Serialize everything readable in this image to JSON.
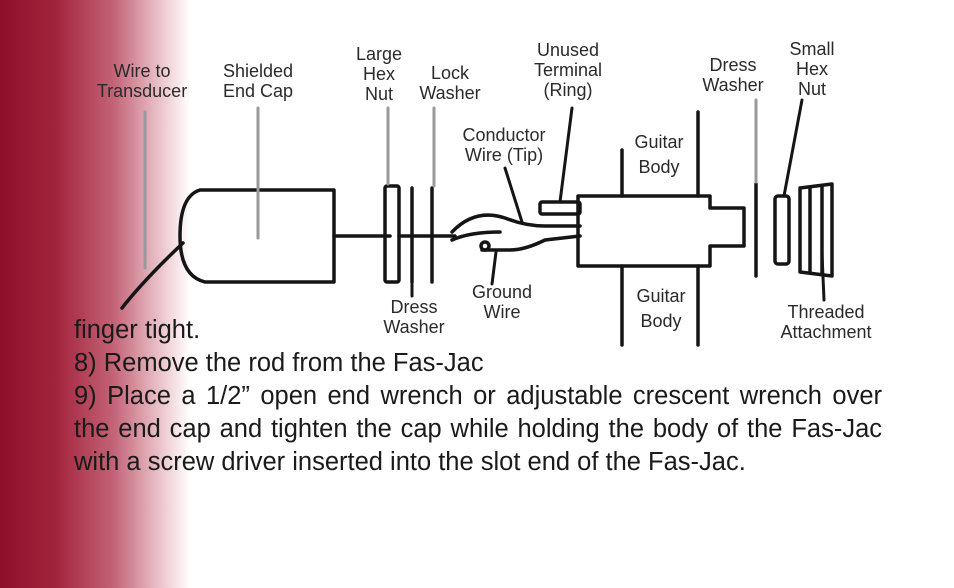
{
  "colors": {
    "band": "#8e0f2a",
    "line": "#151515",
    "text": "#1a1a1a"
  },
  "diagram": {
    "labels": {
      "wire_to_transducer": "Wire to\nTransducer",
      "shielded_end_cap": "Shielded\nEnd Cap",
      "large_hex_nut": "Large\nHex\nNut",
      "lock_washer": "Lock\nWasher",
      "unused_terminal": "Unused\nTerminal\n(Ring)",
      "conductor_wire": "Conductor\nWire (Tip)",
      "guitar_body_top": "Guitar\nBody",
      "dress_washer_right": "Dress\nWasher",
      "small_hex_nut": "Small\nHex\nNut",
      "dress_washer_bottom": "Dress\nWasher",
      "ground_wire": "Ground\nWire",
      "guitar_body_bottom": "Guitar\nBody",
      "threaded_attachment": "Threaded\nAttachment"
    }
  },
  "instructions": {
    "line1": "finger tight.",
    "step8": "8) Remove the rod from the Fas-Jac",
    "step9": "9) Place a 1/2” open end wrench or adjustable crescent wrench over the end cap and tighten the cap while holding the body of the Fas-Jac with a screw driver inserted into the slot end of the Fas-Jac."
  }
}
